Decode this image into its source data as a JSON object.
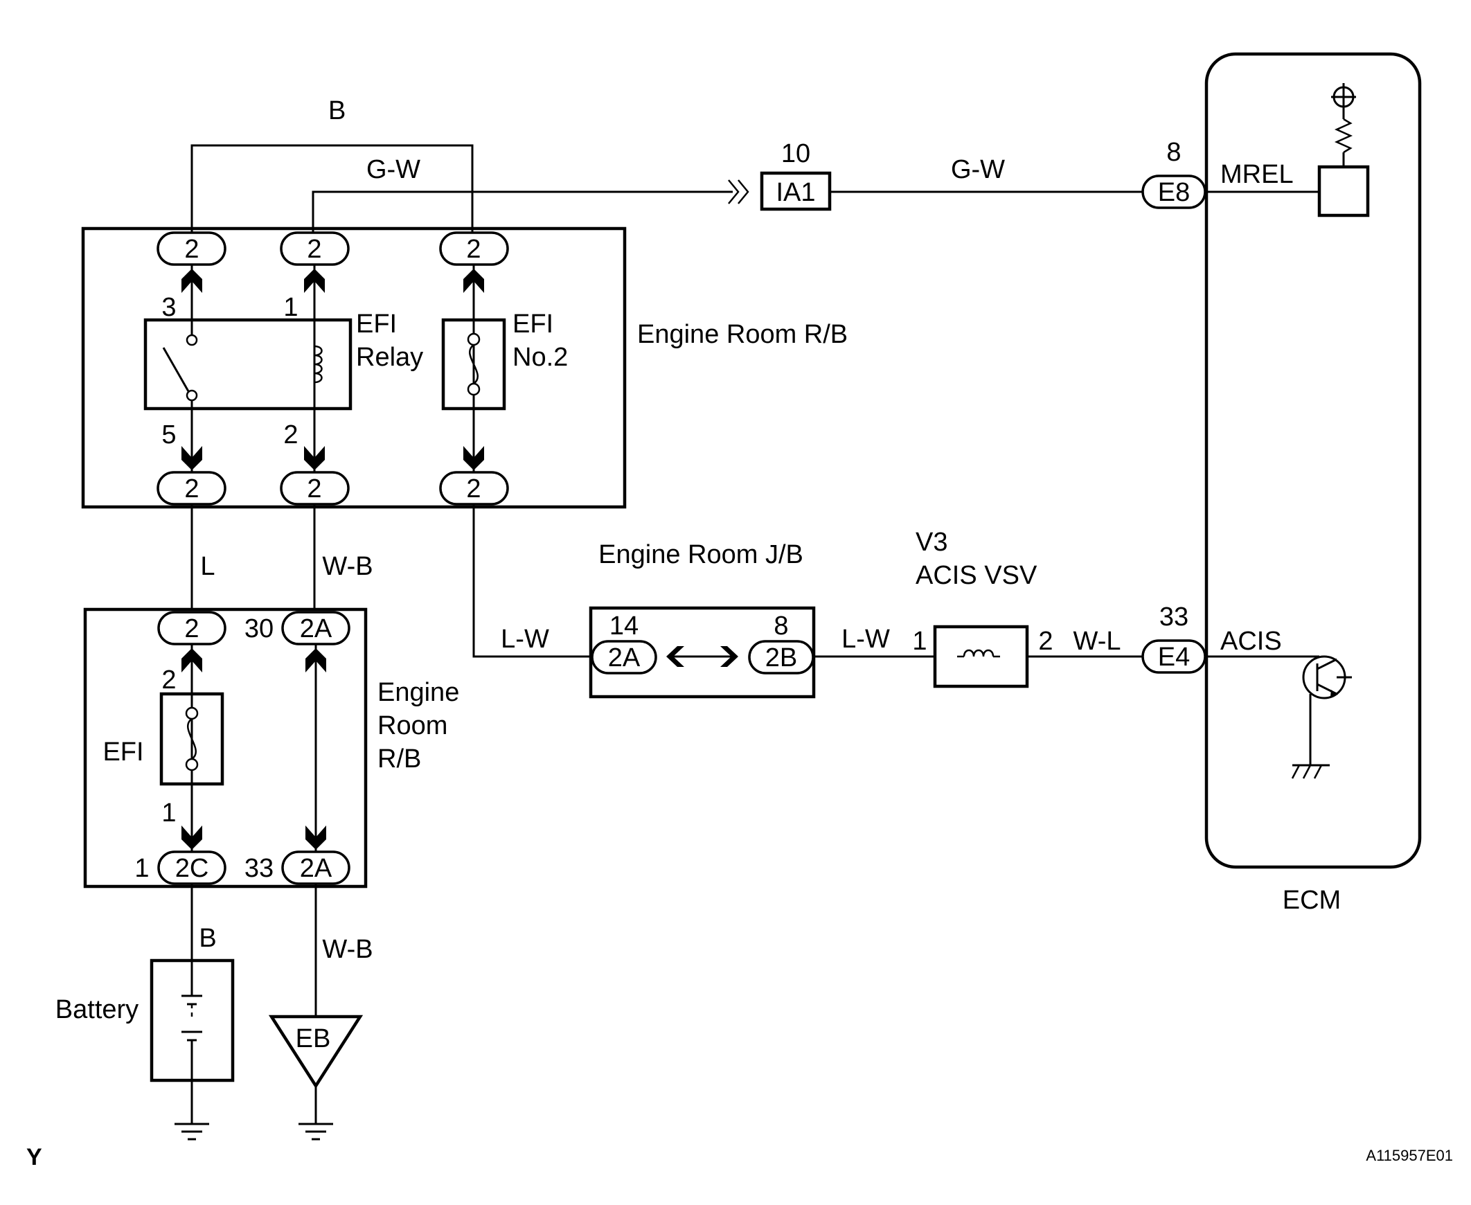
{
  "labels": {
    "wire_top": "B",
    "wire_gw_left": "G-W",
    "wire_gw_right": "G-W",
    "efi_relay_l1": "EFI",
    "efi_relay_l2": "Relay",
    "efi_no2_l1": "EFI",
    "efi_no2_l2": "No.2",
    "engine_room_rb_top": "Engine Room R/B",
    "engine_room_jb": "Engine Room J/B",
    "v3": "V3",
    "acis_vsv": "ACIS VSV",
    "mrel": "MREL",
    "acis": "ACIS",
    "ecm": "ECM",
    "wire_l": "L",
    "wire_wb_upper": "W-B",
    "wire_lw_left": "L-W",
    "wire_lw_right": "L-W",
    "wire_wl": "W-L",
    "engine_room_rb_low_l1": "Engine",
    "engine_room_rb_low_l2": "Room",
    "engine_room_rb_low_l3": "R/B",
    "efi_fuse": "EFI",
    "battery": "Battery",
    "wire_b_bottom": "B",
    "wire_wb_bottom": "W-B",
    "ground_eb": "EB",
    "corner_mark": "Y",
    "figure_id": "A115957E01"
  },
  "connectors": {
    "top_rb_1": "2",
    "top_rb_2": "2",
    "top_rb_3": "2",
    "bot_rb_1": "2",
    "bot_rb_2": "2",
    "bot_rb_3": "2",
    "ia1": "IA1",
    "e8": "E8",
    "e4": "E4",
    "jb_2a": "2A",
    "jb_2b": "2B",
    "low_rb_2": "2",
    "low_rb_2a_top": "2A",
    "low_rb_2c": "2C",
    "low_rb_2a_bot": "2A"
  },
  "pins": {
    "relay_3": "3",
    "relay_1": "1",
    "relay_5": "5",
    "relay_2": "2",
    "ia1_10": "10",
    "e8_8": "8",
    "e4_33": "33",
    "jb_14": "14",
    "jb_8": "8",
    "vsv_1": "1",
    "vsv_2": "2",
    "low_30": "30",
    "efi_2": "2",
    "efi_1": "1",
    "low_1": "1",
    "low_33": "33"
  }
}
